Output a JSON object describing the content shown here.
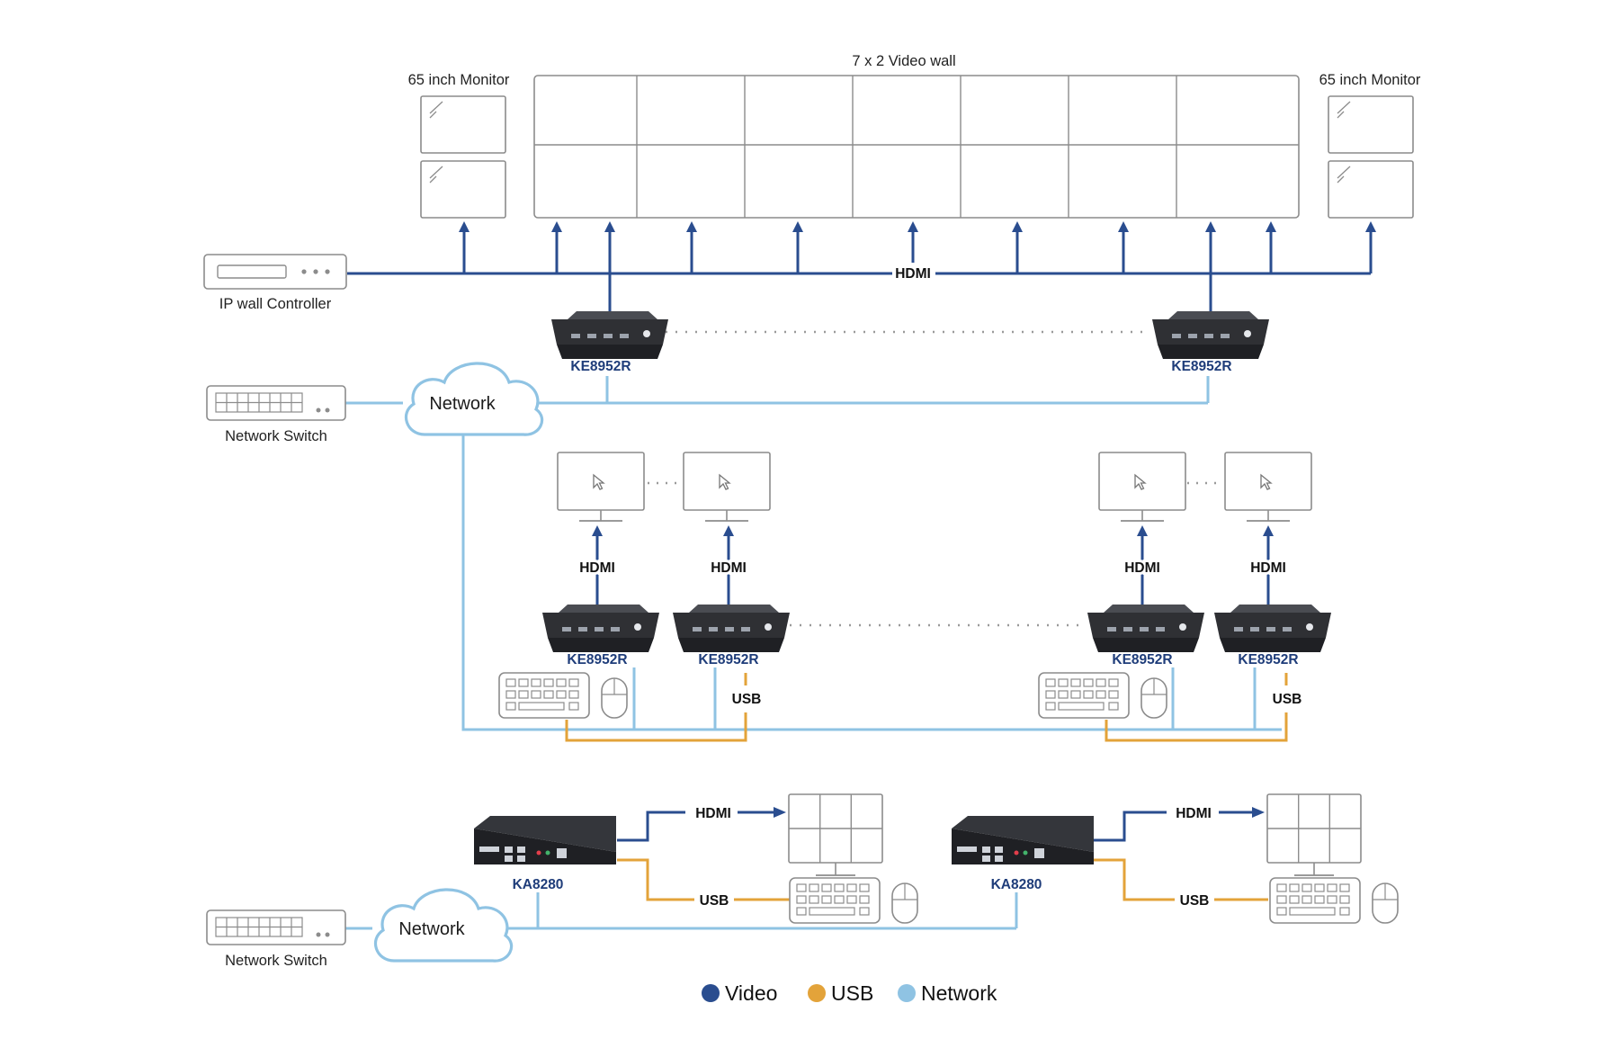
{
  "colors": {
    "video": "#2a4d8f",
    "usb": "#e3a33a",
    "network": "#8fc3e3",
    "outline": "#8c8c8c",
    "device_dark": "#2f3034"
  },
  "top": {
    "wall_title": "7 x 2 Video wall",
    "monitor_left": "65 inch Monitor",
    "monitor_right": "65 inch Monitor",
    "controller": "IP wall Controller",
    "hdmi_bus": "HDMI",
    "rx_left": "KE8952R",
    "rx_right": "KE8952R",
    "switch": "Network Switch",
    "network": "Network"
  },
  "middle": {
    "stations": [
      {
        "hdmi": "HDMI",
        "device": "KE8952R"
      },
      {
        "hdmi": "HDMI",
        "device": "KE8952R",
        "usb": "USB"
      },
      {
        "hdmi": "HDMI",
        "device": "KE8952R"
      },
      {
        "hdmi": "HDMI",
        "device": "KE8952R",
        "usb": "USB"
      }
    ]
  },
  "bottom": {
    "units": [
      {
        "device": "KA8280",
        "hdmi": "HDMI",
        "usb": "USB"
      },
      {
        "device": "KA8280",
        "hdmi": "HDMI",
        "usb": "USB"
      }
    ],
    "switch": "Network Switch",
    "network": "Network"
  },
  "legend": [
    {
      "label": "Video",
      "color": "#2a4d8f"
    },
    {
      "label": "USB",
      "color": "#e3a33a"
    },
    {
      "label": "Network",
      "color": "#8fc3e3"
    }
  ]
}
